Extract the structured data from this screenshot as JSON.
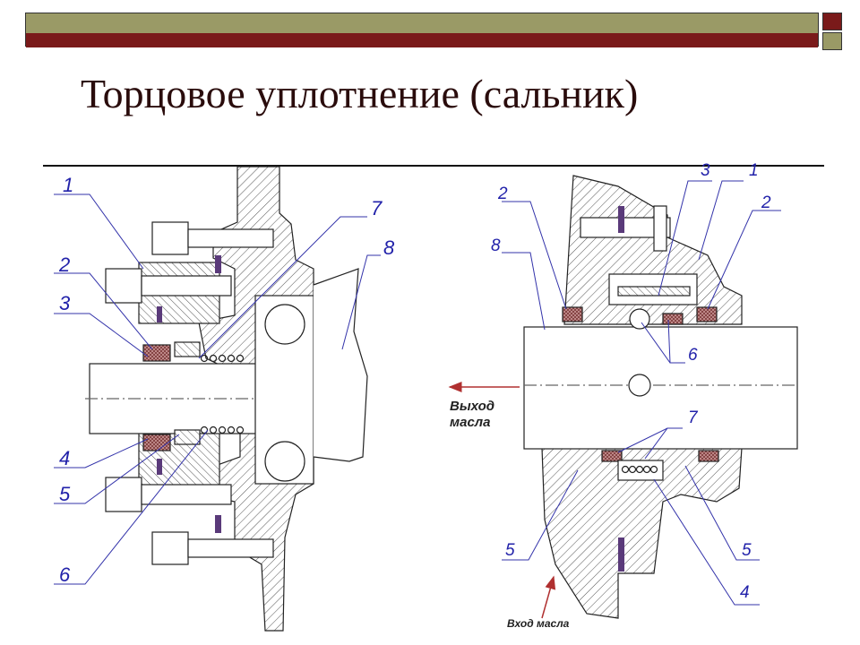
{
  "slide": {
    "title": "Торцовое уплотнение (сальник)",
    "colors": {
      "accent_dark": "#7a1a1a",
      "accent_olive": "#9a9a66",
      "callout": "#2222aa"
    }
  },
  "left_drawing": {
    "labels": [
      "1",
      "2",
      "3",
      "4",
      "5",
      "6",
      "7",
      "8"
    ]
  },
  "right_drawing": {
    "labels": [
      "1",
      "2",
      "2",
      "3",
      "4",
      "5",
      "5",
      "6",
      "7",
      "8"
    ],
    "oil_out": [
      "Выход",
      "масла"
    ],
    "oil_in": "Вход масла"
  }
}
